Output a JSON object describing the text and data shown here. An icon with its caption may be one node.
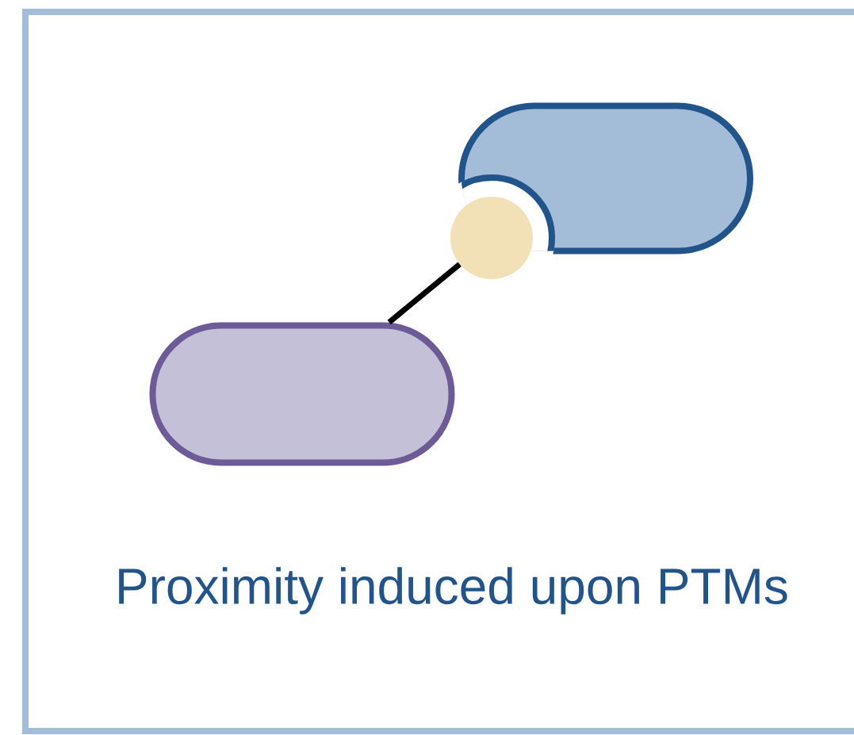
{
  "diagram": {
    "caption": "Proximity induced upon PTMs",
    "nodes": [
      {
        "text": [],
        "shape": "box"
      },
      {
        "text": [],
        "shape": "box"
      },
      {
        "text": [],
        "shape": "circle"
      }
    ],
    "edges": [
      {
        "from": 0,
        "to": 2,
        "arrow": "none"
      }
    ]
  }
}
